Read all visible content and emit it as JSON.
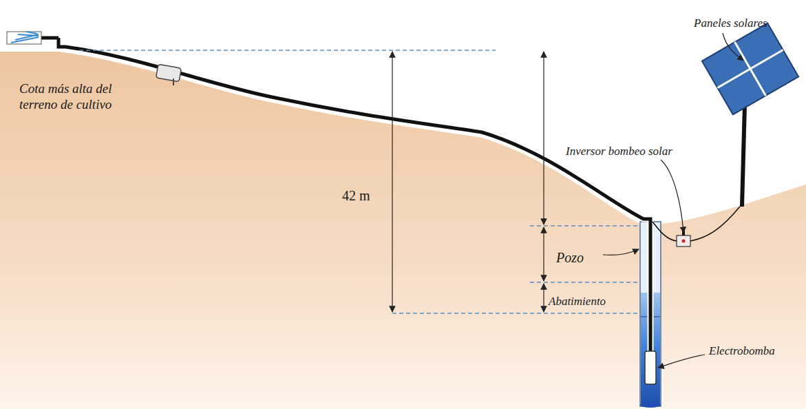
{
  "diagram": {
    "labels": [
      "Cota más alta del terreno de cultivo",
      "42 m",
      "Pozo",
      "Abatimiento",
      "Electrobomba",
      "Inversor bombeo solar",
      "Paneles solares"
    ]
  }
}
